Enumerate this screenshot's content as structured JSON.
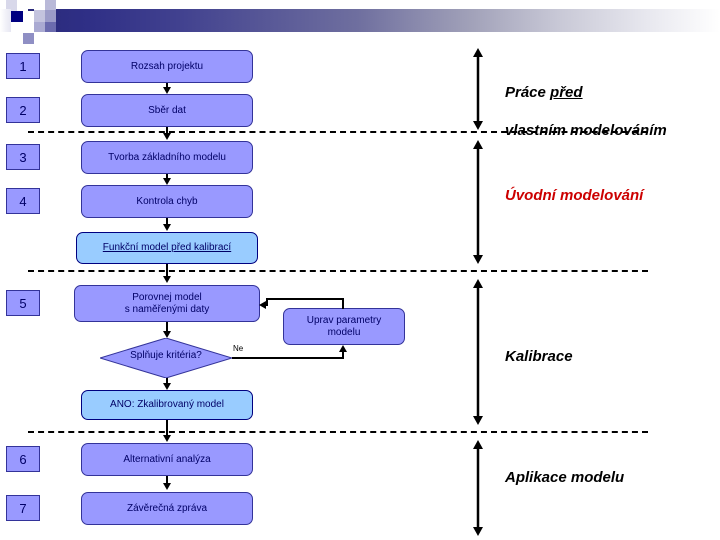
{
  "header": {
    "decoration_name": "mosaic-gradient-band",
    "colors": {
      "band_dark": "#2a2a7a",
      "band_light": "#ffffff",
      "tile_navy": "#000080",
      "tile_mid": "#8080c0",
      "tile_pale": "#c8c8e4"
    }
  },
  "theme": {
    "box_fill": "#9999ff",
    "box_border": "#333399",
    "box_text": "#000066",
    "light_box_fill": "#99ccff",
    "light_box_border": "#000080",
    "accent_red": "#cc0000",
    "connector": "#000000"
  },
  "badges": [
    {
      "label": "1"
    },
    {
      "label": "2"
    },
    {
      "label": "3"
    },
    {
      "label": "4"
    },
    {
      "label": "5"
    },
    {
      "label": "6"
    },
    {
      "label": "7"
    }
  ],
  "nodes": {
    "scope": {
      "label": "Rozsah projektu"
    },
    "data": {
      "label": "Sběr dat"
    },
    "base_model": {
      "label": "Tvorba základního modelu"
    },
    "error_check": {
      "label": "Kontrola chyb"
    },
    "precalib": {
      "label": "Funkční model před kalibrací"
    },
    "compare": {
      "label": "Porovnej model\ns naměřenými daty"
    },
    "adjust": {
      "label": "Uprav parametry\nmodelu"
    },
    "decision": {
      "label": "Splňuje  kritéria?"
    },
    "calibrated": {
      "label": "ANO: Zkalibrovaný model"
    },
    "alternative": {
      "label": "Alternativní analýza"
    },
    "final_report": {
      "label": "Závěrečná zpráva"
    }
  },
  "edges": {
    "no_label": "Ne"
  },
  "phases": [
    {
      "id": "pre-modelling",
      "label": "Práce před\nvlastním modelováním",
      "line1": "Práce ",
      "underlined": "před",
      "line2": "vlastním modelováním",
      "color": "#000000"
    },
    {
      "id": "initial-modelling",
      "label": "Úvodní modelování",
      "color": "#cc0000"
    },
    {
      "id": "calibration",
      "label": "Kalibrace",
      "color": "#000000"
    },
    {
      "id": "model-application",
      "label": "Aplikace modelu",
      "color": "#000000"
    }
  ]
}
